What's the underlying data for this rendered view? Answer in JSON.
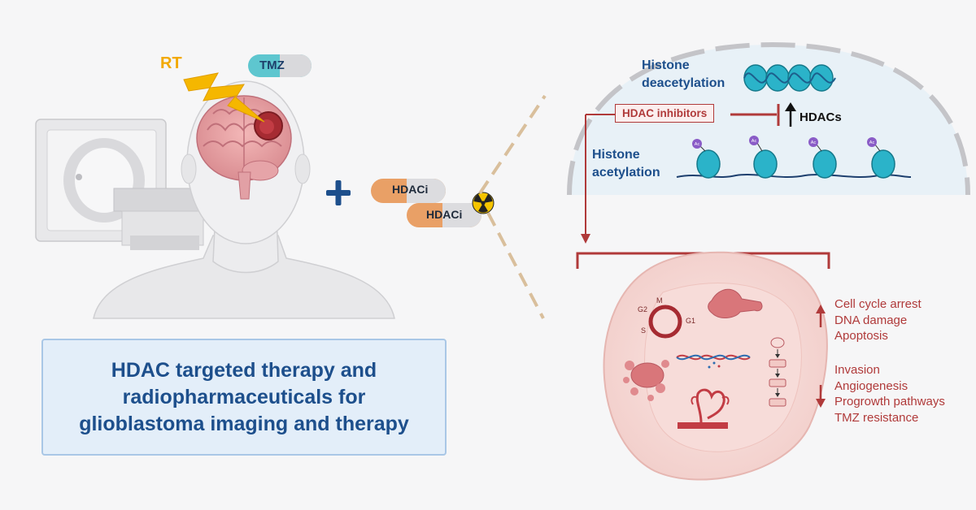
{
  "title": "HDAC targeted therapy and radiopharmaceuticals for glioblastoma imaging and therapy",
  "left": {
    "rt_label": "RT",
    "tmz_pill": "TMZ",
    "hdaci_pill_1": "HDACi",
    "hdaci_pill_2": "HDACi",
    "plus_sign": "+"
  },
  "mechanism": {
    "histone_deacetylation": [
      "Histone",
      "deacetylation"
    ],
    "histone_acetylation": [
      "Histone",
      "acetylation"
    ],
    "hdac_inhibitors": "HDAC inhibitors",
    "hdacs": "HDACs",
    "acetyl_tag": "Ac"
  },
  "cell": {
    "cycle_labels": {
      "m": "M",
      "g1": "G1",
      "g2": "G2",
      "s": "S"
    },
    "increased_effects": [
      "Cell cycle arrest",
      "DNA damage",
      "Apoptosis"
    ],
    "decreased_effects": [
      "Invasion",
      "Angiogenesis",
      "Progrowth pathways",
      "TMZ resistance"
    ]
  },
  "colors": {
    "title_blue": "#1d4f8c",
    "rt_yellow": "#f2a900",
    "effect_red": "#b03a3a",
    "nucleosome_teal": "#2bb3c9",
    "pill_orange": "#e9a066"
  }
}
